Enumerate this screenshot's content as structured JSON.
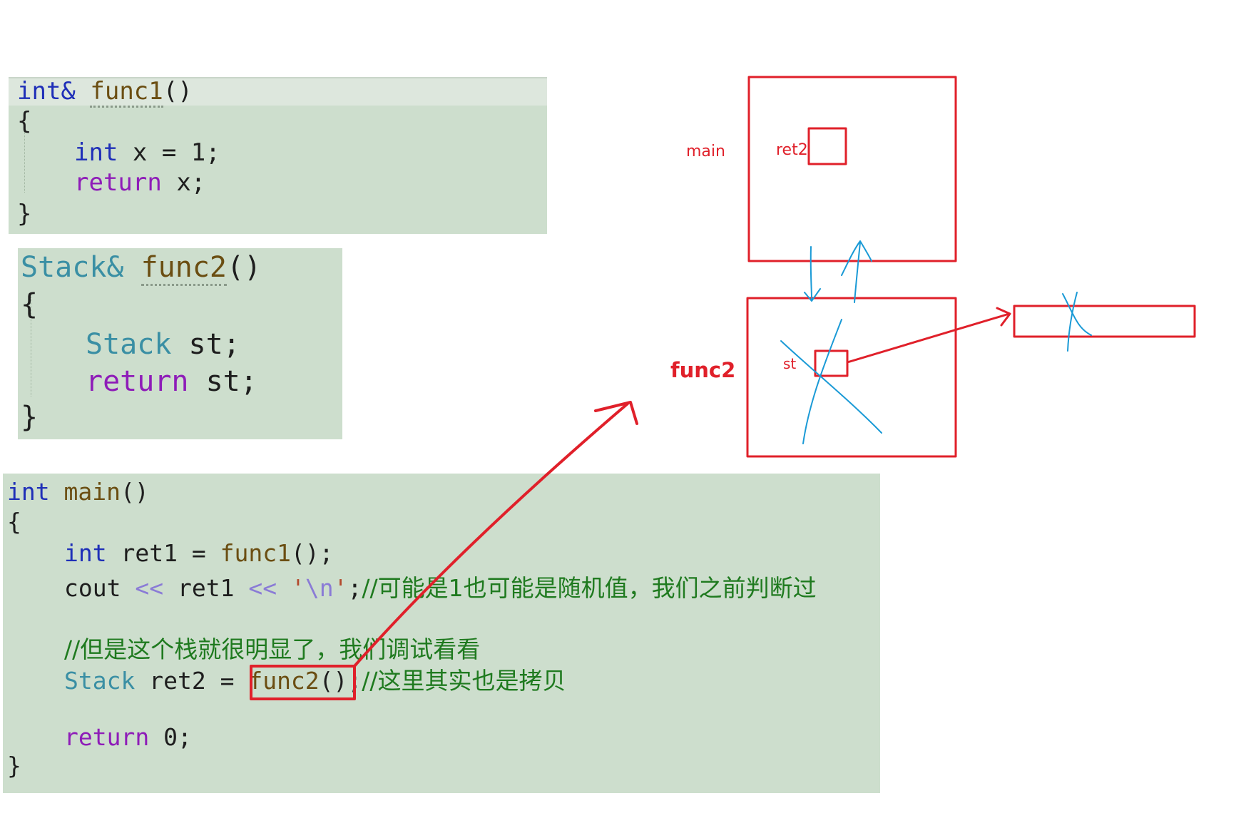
{
  "func1_panel": {
    "lines": [
      {
        "sig_type": "int&",
        "sig_name": "func1",
        "sig_parens": "()"
      },
      {
        "text": "{"
      },
      {
        "kw": "int",
        "rest": "x = 1;"
      },
      {
        "kw": "return",
        "rest": "x;"
      },
      {
        "text": "}"
      }
    ]
  },
  "func2_panel": {
    "lines": [
      {
        "sig_type": "Stack&",
        "sig_name": "func2",
        "sig_parens": "()"
      },
      {
        "text": "{"
      },
      {
        "kw": "Stack",
        "rest": "st;"
      },
      {
        "kw": "return",
        "rest": "st;"
      },
      {
        "text": "}"
      }
    ]
  },
  "main_panel": {
    "line1": {
      "type": "int",
      "name": "main",
      "parens": "()"
    },
    "line2": "{",
    "line3": {
      "kw": "int",
      "var": "ret1",
      "eq": "=",
      "call": "func1",
      "tail": "();"
    },
    "line4": {
      "obj": "cout",
      "op1": "<<",
      "var": "ret1",
      "op2": "<<",
      "q1": "'",
      "esc": "\\n",
      "q2": "'",
      "semi": ";",
      "comment": "//可能是1也可能是随机值，我们之前判断过"
    },
    "line5": "//但是这个栈就很明显了，我们调试看看",
    "line6": {
      "cls": "Stack",
      "var": "ret2",
      "eq": "=",
      "call": "func2",
      "parens": "()",
      "semi": ";",
      "comment": "//这里其实也是拷贝"
    },
    "line7": {
      "kw": "return",
      "rest": "0;"
    },
    "line8": "}"
  },
  "diagram": {
    "main_label": "main",
    "func2_label": "func2",
    "ret2_label": "ret2",
    "st_label": "st",
    "colors": {
      "frame": "#e0202a",
      "pen": "#1a9ad6"
    }
  }
}
